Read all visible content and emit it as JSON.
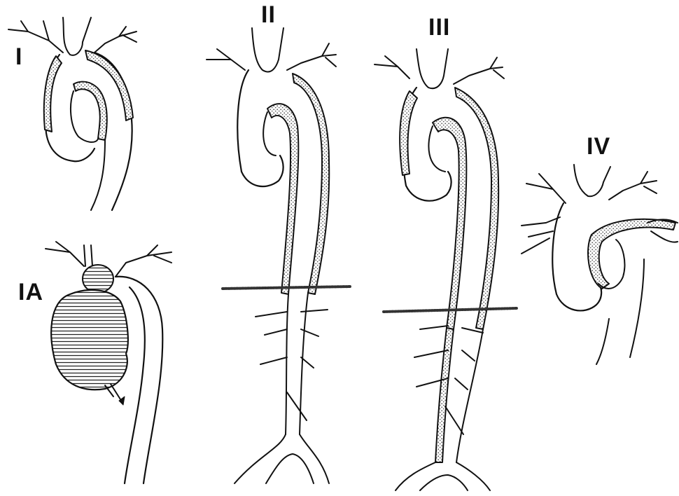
{
  "labels": {
    "type_I": "I",
    "type_IA": "IA",
    "type_II": "II",
    "type_III": "III",
    "type_IV": "IV"
  },
  "colors": {
    "ink": "#111111",
    "background": "#ffffff",
    "false_lumen_stipple": "#555555"
  }
}
